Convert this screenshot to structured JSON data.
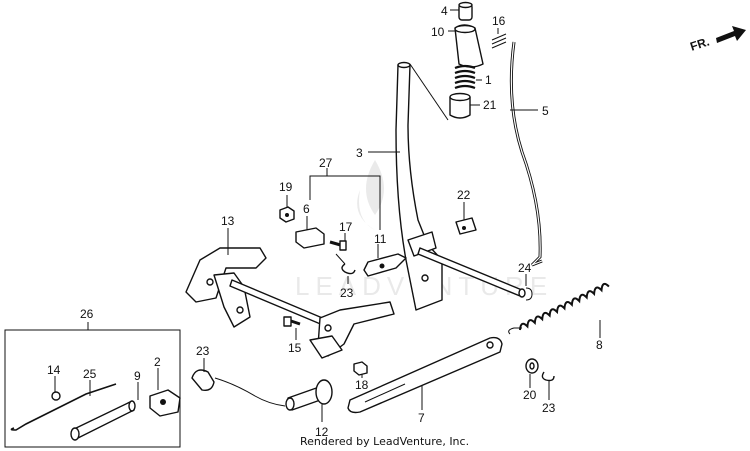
{
  "orientation": {
    "arrow_label": "FR."
  },
  "watermark": {
    "text": "LEADVENTURE"
  },
  "credit": {
    "text": "Rendered by LeadVenture, Inc."
  },
  "callouts": [
    {
      "id": "p4",
      "label": "4"
    },
    {
      "id": "p16",
      "label": "16"
    },
    {
      "id": "p10",
      "label": "10"
    },
    {
      "id": "p1",
      "label": "1"
    },
    {
      "id": "p21",
      "label": "21"
    },
    {
      "id": "p5",
      "label": "5"
    },
    {
      "id": "p3",
      "label": "3"
    },
    {
      "id": "p27",
      "label": "27"
    },
    {
      "id": "p19",
      "label": "19"
    },
    {
      "id": "p6",
      "label": "6"
    },
    {
      "id": "p17",
      "label": "17"
    },
    {
      "id": "p11",
      "label": "11"
    },
    {
      "id": "p22",
      "label": "22"
    },
    {
      "id": "p13",
      "label": "13"
    },
    {
      "id": "p23a",
      "label": "23"
    },
    {
      "id": "p24",
      "label": "24"
    },
    {
      "id": "p26",
      "label": "26"
    },
    {
      "id": "p15",
      "label": "15"
    },
    {
      "id": "p8",
      "label": "8"
    },
    {
      "id": "p23b",
      "label": "23"
    },
    {
      "id": "p18",
      "label": "18"
    },
    {
      "id": "p2",
      "label": "2"
    },
    {
      "id": "p14",
      "label": "14"
    },
    {
      "id": "p25",
      "label": "25"
    },
    {
      "id": "p9",
      "label": "9"
    },
    {
      "id": "p7",
      "label": "7"
    },
    {
      "id": "p20",
      "label": "20"
    },
    {
      "id": "p23c",
      "label": "23"
    },
    {
      "id": "p12",
      "label": "12"
    }
  ]
}
